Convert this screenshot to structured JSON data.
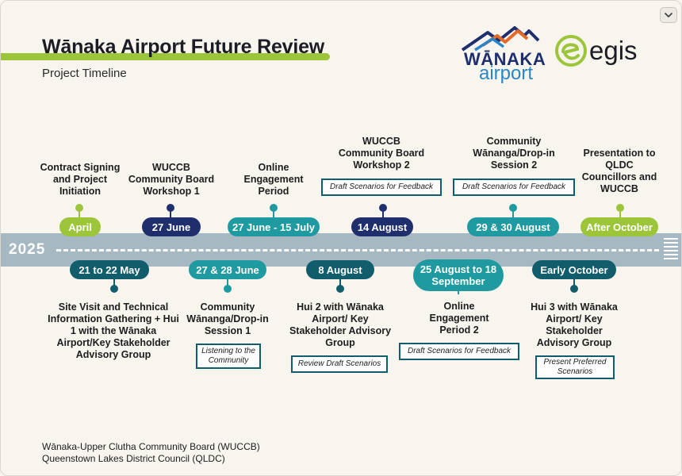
{
  "header": {
    "title": "Wānaka Airport Future Review",
    "subtitle": "Project Timeline"
  },
  "logos": {
    "wanaka_word": "WĀNAKA",
    "airport_word": "airport",
    "egis_word": "egis"
  },
  "timeline": {
    "year": "2025",
    "above": [
      {
        "date": "April",
        "title": "Contract Signing and Project Initiation",
        "color": "green"
      },
      {
        "date": "27 June",
        "title": "WUCCB Community Board Workshop 1",
        "color": "navy"
      },
      {
        "date": "27 June - 15 July",
        "title": "Online Engagement Period",
        "color": "teal"
      },
      {
        "date": "14 August",
        "title": "WUCCB Community Board Workshop 2",
        "color": "navy",
        "note": "Draft Scenarios for Feedback"
      },
      {
        "date": "29 & 30 August",
        "title": "Community Wānanga/Drop-in Session 2",
        "color": "teal",
        "note": "Draft Scenarios for Feedback"
      },
      {
        "date": "After October",
        "title": "Presentation to QLDC Councillors and WUCCB",
        "color": "green"
      }
    ],
    "below": [
      {
        "date": "21 to 22 May",
        "title": "Site Visit and Technical Information Gathering + Hui 1 with the Wānaka Airport/Key Stakeholder Advisory Group",
        "color": "dteal"
      },
      {
        "date": "27 & 28 June",
        "title": "Community Wānanga/Drop-in Session 1",
        "color": "teal",
        "note": "Listening to the Community"
      },
      {
        "date": "8 August",
        "title": "Hui 2 with Wānaka Airport/ Key Stakeholder Advisory Group",
        "color": "dteal",
        "note": "Review Draft Scenarios"
      },
      {
        "date": "25 August to 18 September",
        "title": "Online Engagement Period 2",
        "color": "teal",
        "note": "Draft Scenarios for Feedback"
      },
      {
        "date": "Early October",
        "title": "Hui 3 with Wānaka Airport/ Key Stakeholder Advisory Group",
        "color": "dteal",
        "note": "Present Preferred Scenarios"
      }
    ]
  },
  "footer": {
    "line1": "Wānaka-Upper Clutha Community Board (WUCCB)",
    "line2": "Queenstown Lakes District Council (QLDC)"
  },
  "colors": {
    "green": "#9cc53a",
    "navy": "#1f2f6e",
    "teal": "#1e9aa0",
    "dark_teal": "#115d6c",
    "band": "#a6b9c2",
    "background": "#f7f5ee"
  },
  "controls": {
    "collapse_icon": "chevron-down-icon"
  }
}
